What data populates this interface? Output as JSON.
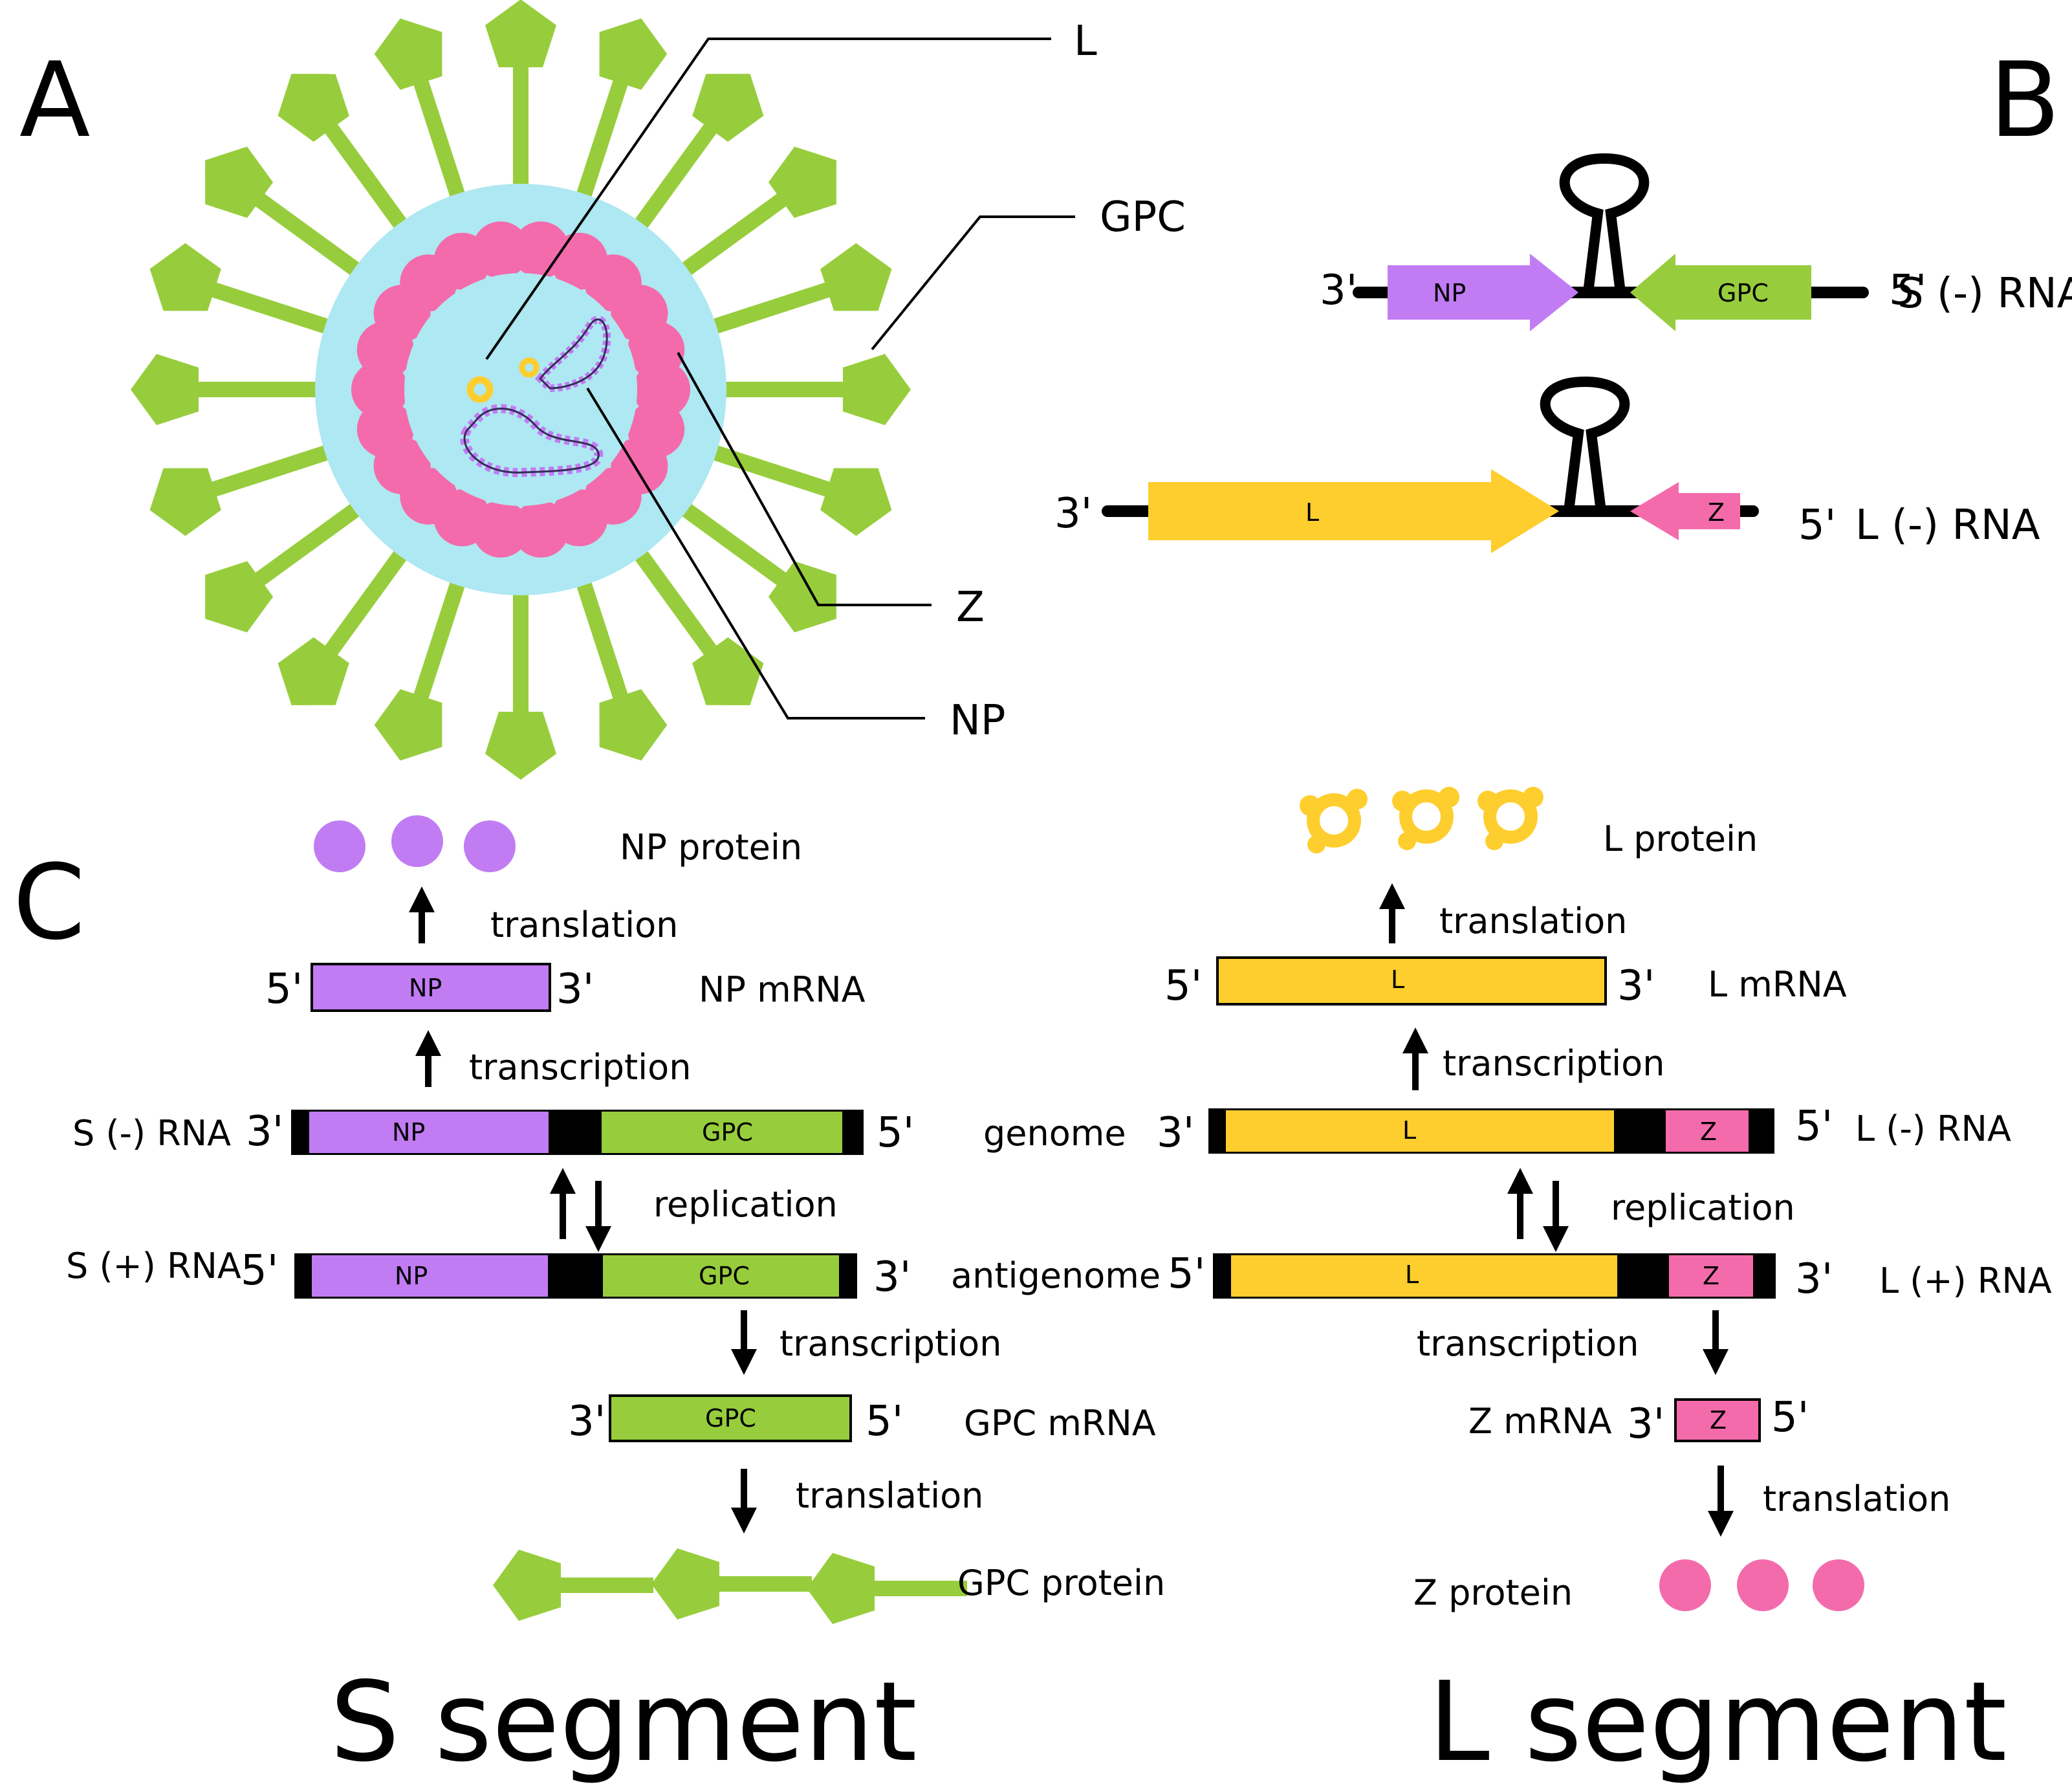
{
  "panel_letters": {
    "a": "A",
    "b": "B",
    "c": "C"
  },
  "colors": {
    "spike": "#97cd3c",
    "envelope": "#aee8f2",
    "matrix": "#f46bac",
    "np": "#c17cf4",
    "l": "#fece2e",
    "z": "#f46bac",
    "gpc": "#97cd3c"
  },
  "panel_a": {
    "callouts": {
      "l": "L",
      "gpc": "GPC",
      "z": "Z",
      "np": "NP"
    }
  },
  "panel_b": {
    "s_row": {
      "left_end": "3'",
      "right_end": "5'",
      "np": "NP",
      "gpc": "GPC",
      "name": "S (-) RNA"
    },
    "l_row": {
      "left_end": "3'",
      "right_end": "5'",
      "l": "L",
      "z": "Z",
      "name": "L (-) RNA"
    }
  },
  "panel_c": {
    "s": {
      "protein_np": "NP protein",
      "translation_top": "translation",
      "np_mrna": {
        "five": "5'",
        "three": "3'",
        "box": "NP",
        "name": "NP mRNA"
      },
      "transcription_top": "transcription",
      "genome": {
        "name": "S (-) RNA",
        "left": "3'",
        "right": "5'",
        "np": "NP",
        "gpc": "GPC",
        "kind": "genome"
      },
      "replication": "replication",
      "antigenome": {
        "name": "S (+) RNA",
        "left": "5'",
        "right": "3'",
        "np": "NP",
        "gpc": "GPC",
        "kind": "antigenome"
      },
      "transcription_bottom": "transcription",
      "gpc_mrna": {
        "three": "3'",
        "five": "5'",
        "box": "GPC",
        "name": "GPC mRNA"
      },
      "translation_bottom": "translation",
      "protein_gpc": "GPC protein",
      "segment": "S segment"
    },
    "l": {
      "protein_l": "L protein",
      "translation_top": "translation",
      "l_mrna": {
        "five": "5'",
        "three": "3'",
        "box": "L",
        "name": "L mRNA"
      },
      "transcription_top": "transcription",
      "genome": {
        "left": "3'",
        "right": "5'",
        "l": "L",
        "z": "Z",
        "name": "L (-) RNA"
      },
      "replication": "replication",
      "antigenome": {
        "left": "5'",
        "right": "3'",
        "l": "L",
        "z": "Z",
        "name": "L (+) RNA"
      },
      "transcription_bottom": "transcription",
      "z_mrna": {
        "name": "Z mRNA",
        "three": "3'",
        "five": "5'",
        "box": "Z"
      },
      "translation_bottom": "translation",
      "protein_z": "Z protein",
      "segment": "L segment"
    }
  }
}
